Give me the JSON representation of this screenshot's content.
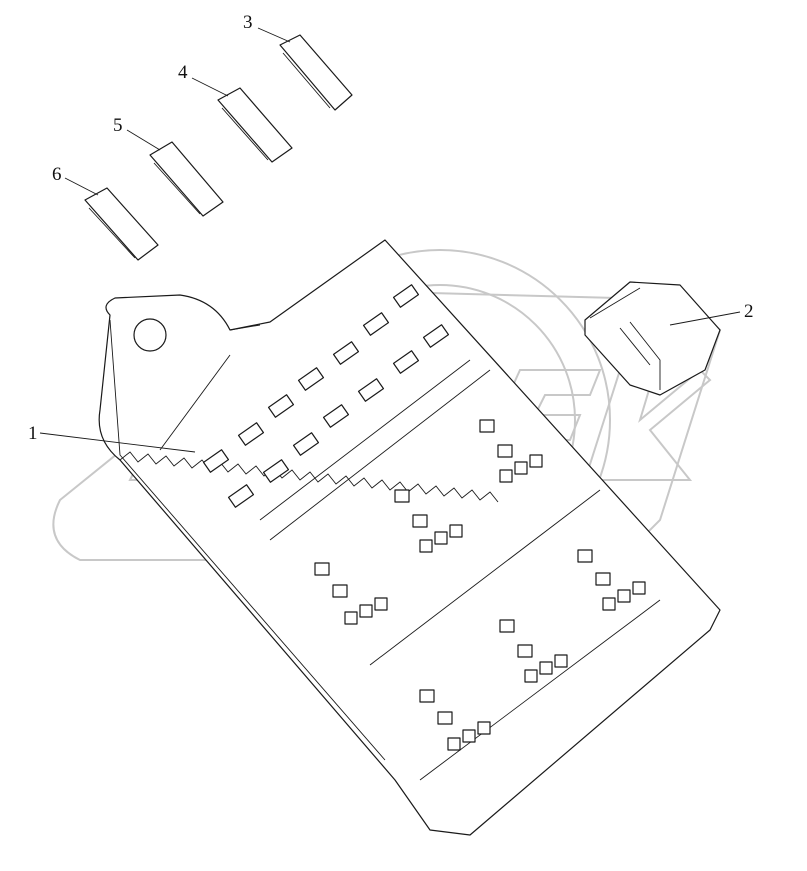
{
  "callouts": [
    {
      "id": "1",
      "label": "1"
    },
    {
      "id": "2",
      "label": "2"
    },
    {
      "id": "3",
      "label": "3"
    },
    {
      "id": "4",
      "label": "4"
    },
    {
      "id": "5",
      "label": "5"
    },
    {
      "id": "6",
      "label": "6"
    }
  ],
  "watermark": {
    "text": "OPEX",
    "color": "#c8c8c8"
  }
}
